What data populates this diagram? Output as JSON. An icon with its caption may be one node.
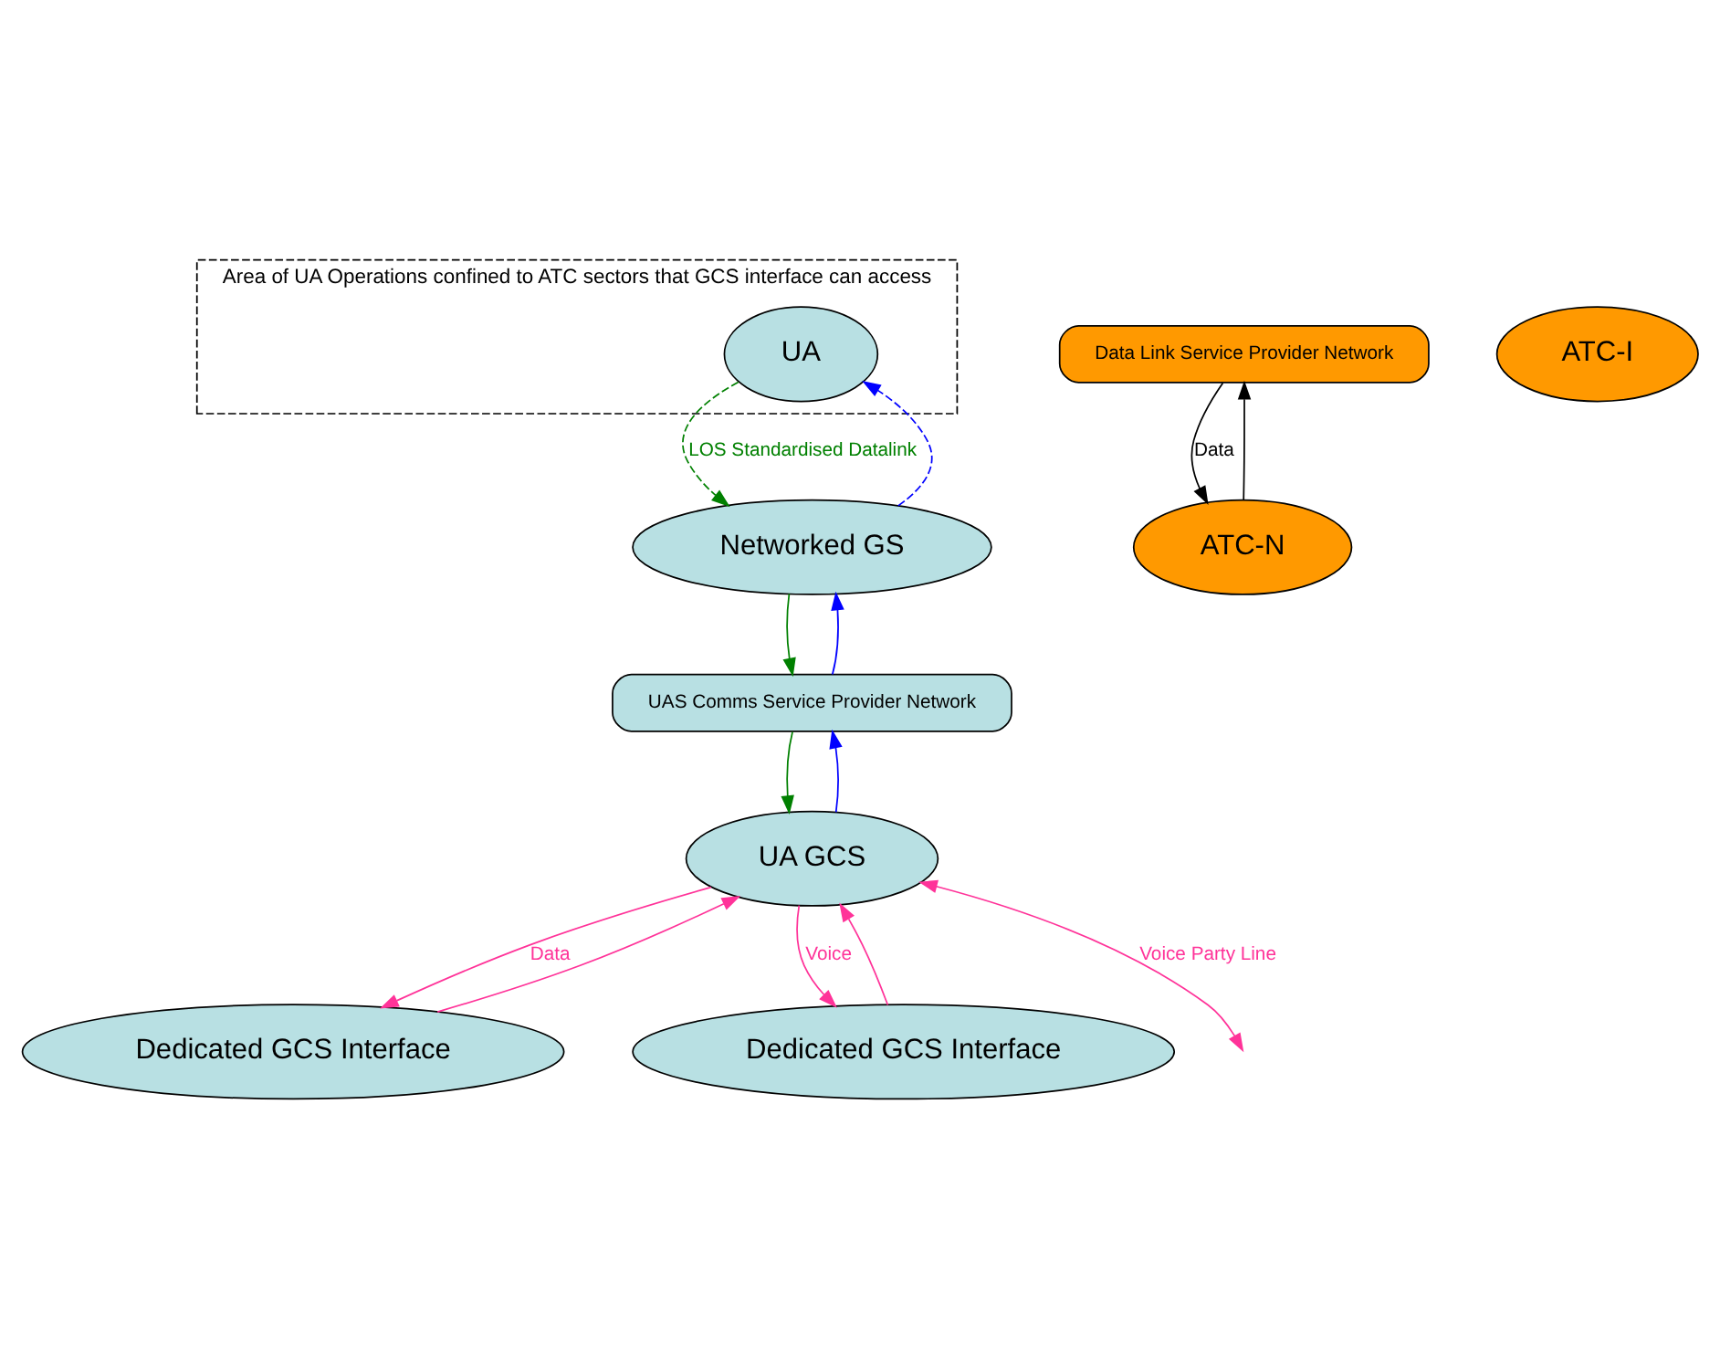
{
  "diagram": {
    "nodes": [
      {
        "text": [
          "Area of UA Operations confined to ATC sectors that GCS interface can access"
        ]
      },
      {
        "text": [
          "UA"
        ],
        "in": 0
      },
      {
        "text": [
          "Networked GS"
        ]
      },
      {
        "text": [
          "UAS Comms Service Provider Network"
        ]
      },
      {
        "text": [
          "UA GCS"
        ]
      },
      {
        "text": [
          "Data Link Service Provider Network"
        ]
      },
      {
        "text": [
          "Dedicated GCS Interface"
        ]
      },
      {
        "text": [
          "ATC-N"
        ]
      },
      {
        "text": [
          "Dedicated GCS Interface"
        ]
      },
      {
        "text": [
          "ATC-I"
        ]
      }
    ],
    "edges": [
      {
        "from": 1,
        "to": 2,
        "arrow": "to",
        "style": "dashed",
        "color": "#008000",
        "label": "LOS Standardised Datalink"
      },
      {
        "from": 2,
        "to": 1,
        "arrow": "to",
        "style": "dashed",
        "color": "#0000ff"
      },
      {
        "from": 2,
        "to": 3,
        "arrow": "to",
        "color": "#008000"
      },
      {
        "from": 3,
        "to": 2,
        "arrow": "to",
        "color": "#0000ff"
      },
      {
        "from": 3,
        "to": 4,
        "arrow": "to",
        "color": "#008000"
      },
      {
        "from": 4,
        "to": 3,
        "arrow": "to",
        "color": "#0000ff"
      },
      {
        "from": 5,
        "to": 7,
        "arrow": "to",
        "color": "#000000",
        "label": "Data"
      },
      {
        "from": 7,
        "to": 5,
        "arrow": "to",
        "color": "#000000"
      },
      {
        "from": 4,
        "to": 6,
        "arrow": "to",
        "color": "#ff3399",
        "label": "Data"
      },
      {
        "from": 6,
        "to": 4,
        "arrow": "to",
        "color": "#ff3399"
      },
      {
        "from": 4,
        "to": 8,
        "arrow": "to",
        "color": "#ff3399",
        "label": "Voice"
      },
      {
        "from": 8,
        "to": 4,
        "arrow": "to",
        "color": "#ff3399"
      },
      {
        "from": 4,
        "to": null,
        "arrow": "both",
        "color": "#ff3399",
        "label": "Voice Party Line"
      }
    ]
  }
}
